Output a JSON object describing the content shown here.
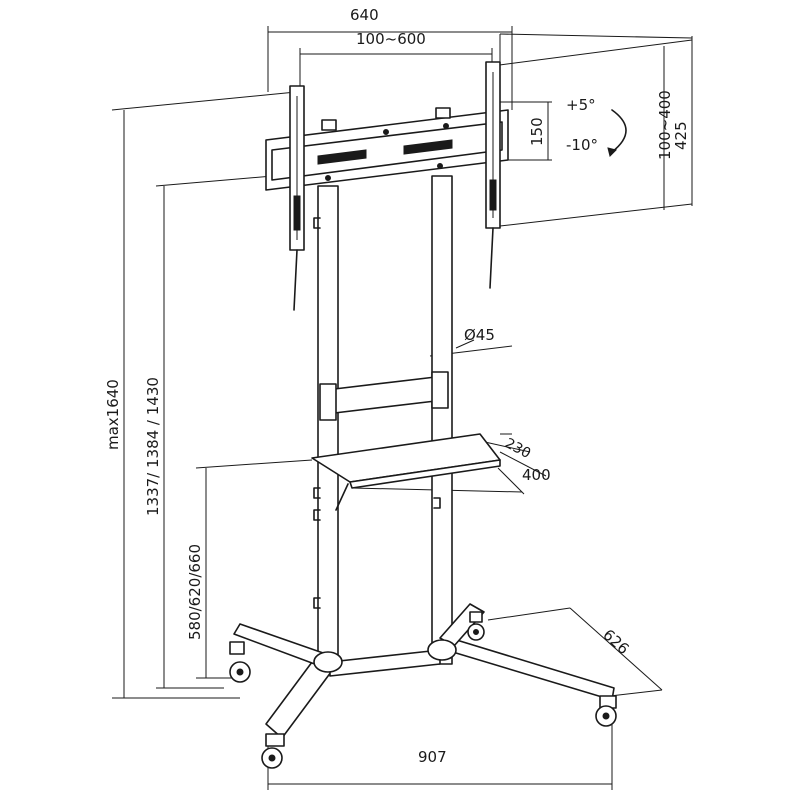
{
  "dimensions": {
    "overall_width": "640",
    "vesa_horizontal": "100~600",
    "tilt_up": "+5°",
    "tilt_down": "-10°",
    "bracket_height": "150",
    "vesa_vertical": "100~400",
    "panel_height": "425",
    "pole_diameter": "Ø45",
    "shelf_depth": "230",
    "shelf_width": "400",
    "max_height": "max1640",
    "mount_heights": "1337/ 1384 / 1430",
    "shelf_heights": "580/620/660",
    "base_depth": "626",
    "base_width": "907"
  },
  "colors": {
    "line": "#1a1a1a",
    "background": "#ffffff"
  }
}
